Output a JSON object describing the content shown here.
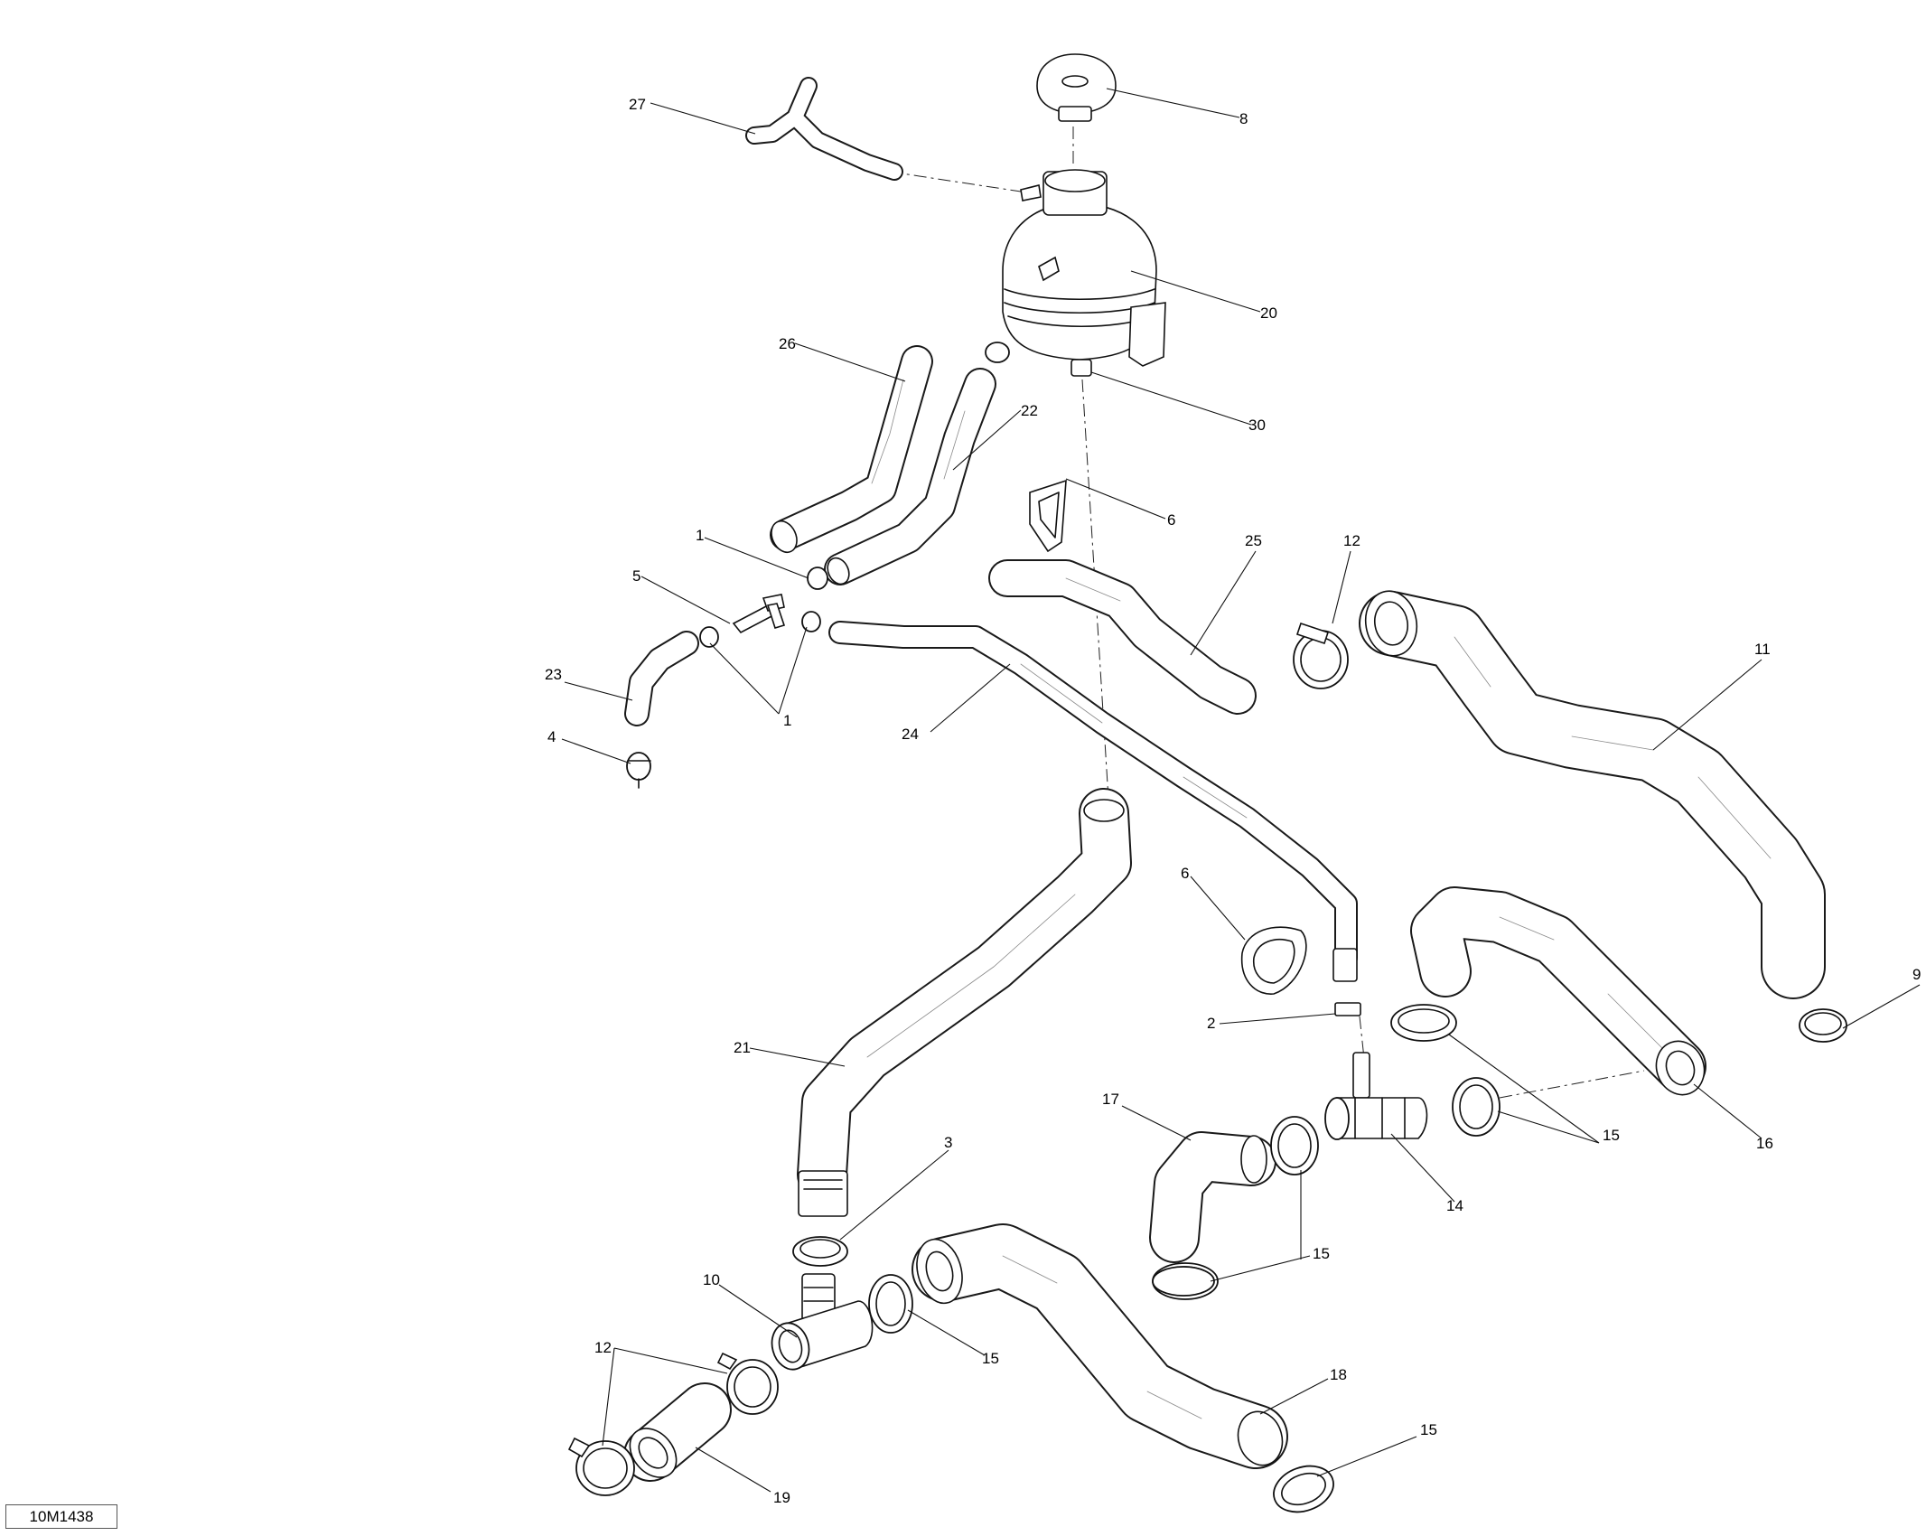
{
  "diagram": {
    "code": "10M1438",
    "callouts": [
      {
        "id": "c1a",
        "text": "1"
      },
      {
        "id": "c1b",
        "text": "1"
      },
      {
        "id": "c2",
        "text": "2"
      },
      {
        "id": "c3",
        "text": "3"
      },
      {
        "id": "c4",
        "text": "4"
      },
      {
        "id": "c5",
        "text": "5"
      },
      {
        "id": "c6a",
        "text": "6"
      },
      {
        "id": "c6b",
        "text": "6"
      },
      {
        "id": "c8",
        "text": "8"
      },
      {
        "id": "c9",
        "text": "9"
      },
      {
        "id": "c10",
        "text": "10"
      },
      {
        "id": "c11",
        "text": "11"
      },
      {
        "id": "c12a",
        "text": "12"
      },
      {
        "id": "c12b",
        "text": "12"
      },
      {
        "id": "c14",
        "text": "14"
      },
      {
        "id": "c15a",
        "text": "15"
      },
      {
        "id": "c15b",
        "text": "15"
      },
      {
        "id": "c15c",
        "text": "15"
      },
      {
        "id": "c15d",
        "text": "15"
      },
      {
        "id": "c16",
        "text": "16"
      },
      {
        "id": "c17",
        "text": "17"
      },
      {
        "id": "c18",
        "text": "18"
      },
      {
        "id": "c19",
        "text": "19"
      },
      {
        "id": "c20",
        "text": "20"
      },
      {
        "id": "c21",
        "text": "21"
      },
      {
        "id": "c22",
        "text": "22"
      },
      {
        "id": "c23",
        "text": "23"
      },
      {
        "id": "c24",
        "text": "24"
      },
      {
        "id": "c25",
        "text": "25"
      },
      {
        "id": "c26",
        "text": "26"
      },
      {
        "id": "c27",
        "text": "27"
      },
      {
        "id": "c30",
        "text": "30"
      }
    ]
  }
}
